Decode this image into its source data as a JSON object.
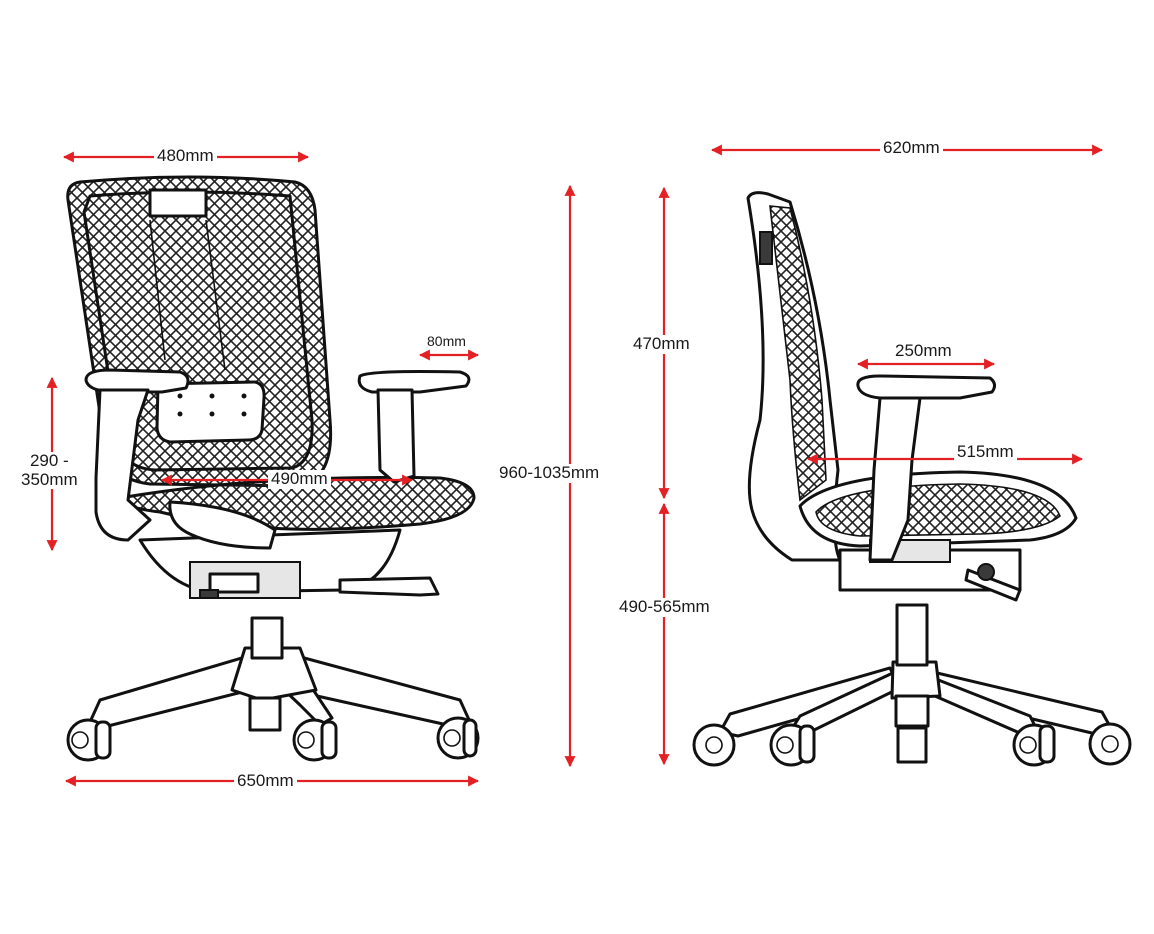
{
  "accent_color": "#e32024",
  "line_color": "#111111",
  "front_view": {
    "back_width": "480mm",
    "armrest_width": "80mm",
    "armrest_height_line1": "290 -",
    "armrest_height_line2": "350mm",
    "seat_width": "490mm",
    "base_width": "650mm"
  },
  "overall_height": "960-1035mm",
  "side_view": {
    "depth": "620mm",
    "back_height": "470mm",
    "armrest_length": "250mm",
    "seat_depth": "515mm",
    "seat_height": "490-565mm"
  }
}
